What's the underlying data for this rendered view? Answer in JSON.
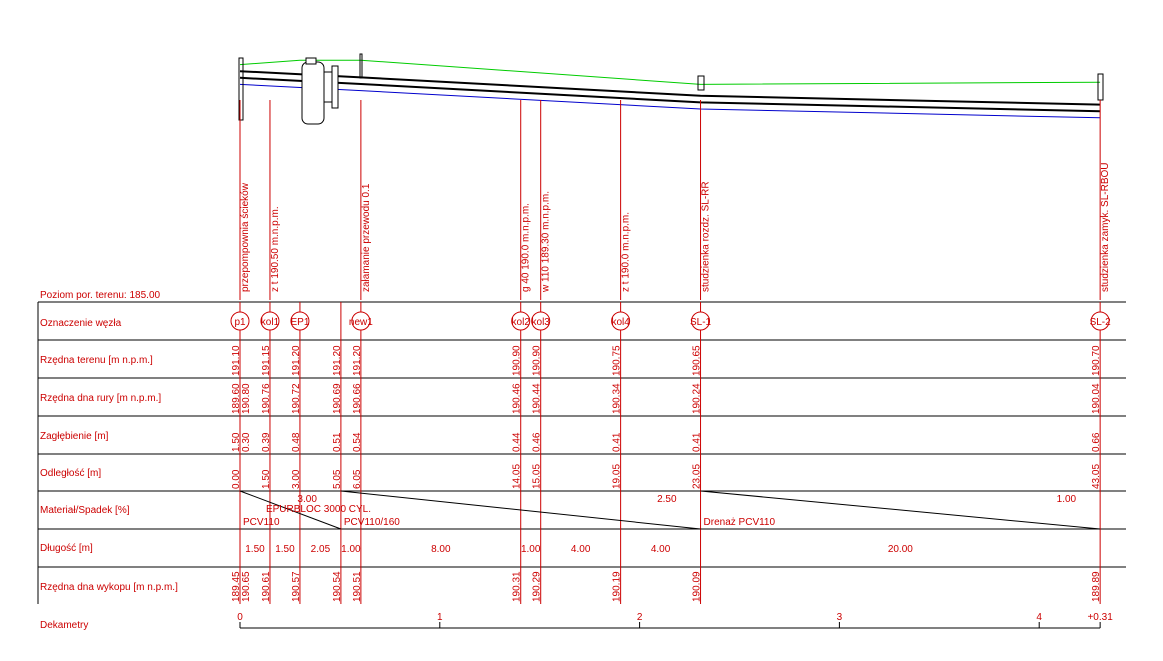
{
  "terrain_level": "Poziom por. terenu: 185.00",
  "row_labels": [
    "Oznaczenie węzła",
    "Rzędna terenu [m n.p.m.]",
    "Rzędna dna rury [m n.p.m.]",
    "Zagłębienie [m]",
    "Odległość [m]",
    "Materiał/Spadek [%]",
    "Długość [m]",
    "Rzędna dna wykopu [m n.p.m.]",
    "Dekametry"
  ],
  "nodes": [
    {
      "id": "p1",
      "dist": 0.0,
      "desc": "przepompownia ścieków",
      "terrain": "191.10",
      "invert": [
        "189.60",
        "190.80"
      ],
      "depth": [
        "1.50",
        "0.30"
      ],
      "dist_label": "0.00",
      "trench": [
        "189.45",
        "190.65"
      ]
    },
    {
      "id": "kol1",
      "dist": 1.5,
      "desc": "z t 190.50 m.n.p.m.",
      "terrain": "191.15",
      "invert": [
        "190.76"
      ],
      "depth": [
        "0.39"
      ],
      "dist_label": "1.50",
      "trench": [
        "190.61"
      ]
    },
    {
      "id": "EP1",
      "dist": 3.0,
      "desc": "",
      "terrain": "191.20",
      "invert": [
        "190.72"
      ],
      "depth": [
        "0.48"
      ],
      "dist_label": "3.00",
      "trench": [
        "190.57"
      ]
    },
    {
      "id": "",
      "dist": 5.05,
      "desc": "",
      "terrain": "191.20",
      "invert": [
        "190.69"
      ],
      "depth": [
        "0.51"
      ],
      "dist_label": "5.05",
      "trench": [
        "190.54"
      ]
    },
    {
      "id": "new1",
      "dist": 6.05,
      "desc": "załamanie przewodu 0.1",
      "terrain": "191.20",
      "invert": [
        "190.66"
      ],
      "depth": [
        "0.54"
      ],
      "dist_label": "6.05",
      "trench": [
        "190.51"
      ]
    },
    {
      "id": "kol2",
      "dist": 14.05,
      "desc": "g 40 190.0 m.n.p.m.",
      "terrain": "190.90",
      "invert": [
        "190.46"
      ],
      "depth": [
        "0.44"
      ],
      "dist_label": "14.05",
      "trench": [
        "190.31"
      ]
    },
    {
      "id": "kol3",
      "dist": 15.05,
      "desc": "w 110 189.30 m.n.p.m.",
      "terrain": "190.90",
      "invert": [
        "190.44"
      ],
      "depth": [
        "0.46"
      ],
      "dist_label": "15.05",
      "trench": [
        "190.29"
      ]
    },
    {
      "id": "kol4",
      "dist": 19.05,
      "desc": "z t 190.0 m.n.p.m.",
      "terrain": "190.75",
      "invert": [
        "190.34"
      ],
      "depth": [
        "0.41"
      ],
      "dist_label": "19.05",
      "trench": [
        "190.19"
      ]
    },
    {
      "id": "SL-1",
      "dist": 23.05,
      "desc": "studzienka rozdz. SL-RR",
      "terrain": "190.65",
      "invert": [
        "190.24"
      ],
      "depth": [
        "0.41"
      ],
      "dist_label": "23.05",
      "trench": [
        "190.09"
      ]
    },
    {
      "id": "SL-2",
      "dist": 43.05,
      "desc": "studzienka zamyk. SL-RBOU",
      "terrain": "190.70",
      "invert": [
        "190.04"
      ],
      "depth": [
        "0.66"
      ],
      "dist_label": "43.05",
      "trench": [
        "189.89"
      ]
    }
  ],
  "materials": [
    {
      "from": 0,
      "to": 5.05,
      "slope": "3.00",
      "material": "PCV110"
    },
    {
      "from": 5.05,
      "to": 23.05,
      "slope": "2.50",
      "material": "PCV110/160"
    },
    {
      "from": 23.05,
      "to": 43.05,
      "slope": "1.00",
      "material": "Drenaż PCV110"
    }
  ],
  "material_extra": "EPURBLOC 3000 CYL.",
  "lengths": [
    {
      "from": 0,
      "to": 1.5,
      "label": "1.50"
    },
    {
      "from": 1.5,
      "to": 3.0,
      "label": "1.50"
    },
    {
      "from": 3.0,
      "to": 5.05,
      "label": "2.05"
    },
    {
      "from": 5.05,
      "to": 6.05,
      "label": "1.00"
    },
    {
      "from": 6.05,
      "to": 14.05,
      "label": "8.00"
    },
    {
      "from": 14.05,
      "to": 15.05,
      "label": "1.00"
    },
    {
      "from": 15.05,
      "to": 19.05,
      "label": "4.00"
    },
    {
      "from": 19.05,
      "to": 23.05,
      "label": "4.00"
    },
    {
      "from": 23.05,
      "to": 43.05,
      "label": "20.00"
    }
  ],
  "dekametry": [
    {
      "dist": 0,
      "label": "0"
    },
    {
      "dist": 10,
      "label": "1"
    },
    {
      "dist": 20,
      "label": "2"
    },
    {
      "dist": 30,
      "label": "3"
    },
    {
      "dist": 40,
      "label": "4"
    },
    {
      "dist": 43.05,
      "label": "+0.31"
    }
  ],
  "profile_lines": {
    "terrain": [
      [
        0,
        191.1
      ],
      [
        3.0,
        191.2
      ],
      [
        6.05,
        191.2
      ],
      [
        23.05,
        190.65
      ],
      [
        43.05,
        190.7
      ]
    ],
    "pipe_top": [
      [
        0,
        190.95
      ],
      [
        6.05,
        190.81
      ],
      [
        23.05,
        190.39
      ],
      [
        43.05,
        190.19
      ]
    ],
    "pipe_bottom": [
      [
        0,
        190.8
      ],
      [
        6.05,
        190.66
      ],
      [
        23.05,
        190.24
      ],
      [
        43.05,
        190.04
      ]
    ],
    "trench": [
      [
        0,
        190.65
      ],
      [
        6.05,
        190.51
      ],
      [
        23.05,
        190.09
      ],
      [
        43.05,
        189.89
      ]
    ]
  },
  "colors": {
    "red": "#cc0000",
    "green": "#00cc00",
    "blue": "#0000cc",
    "black": "#000000"
  }
}
